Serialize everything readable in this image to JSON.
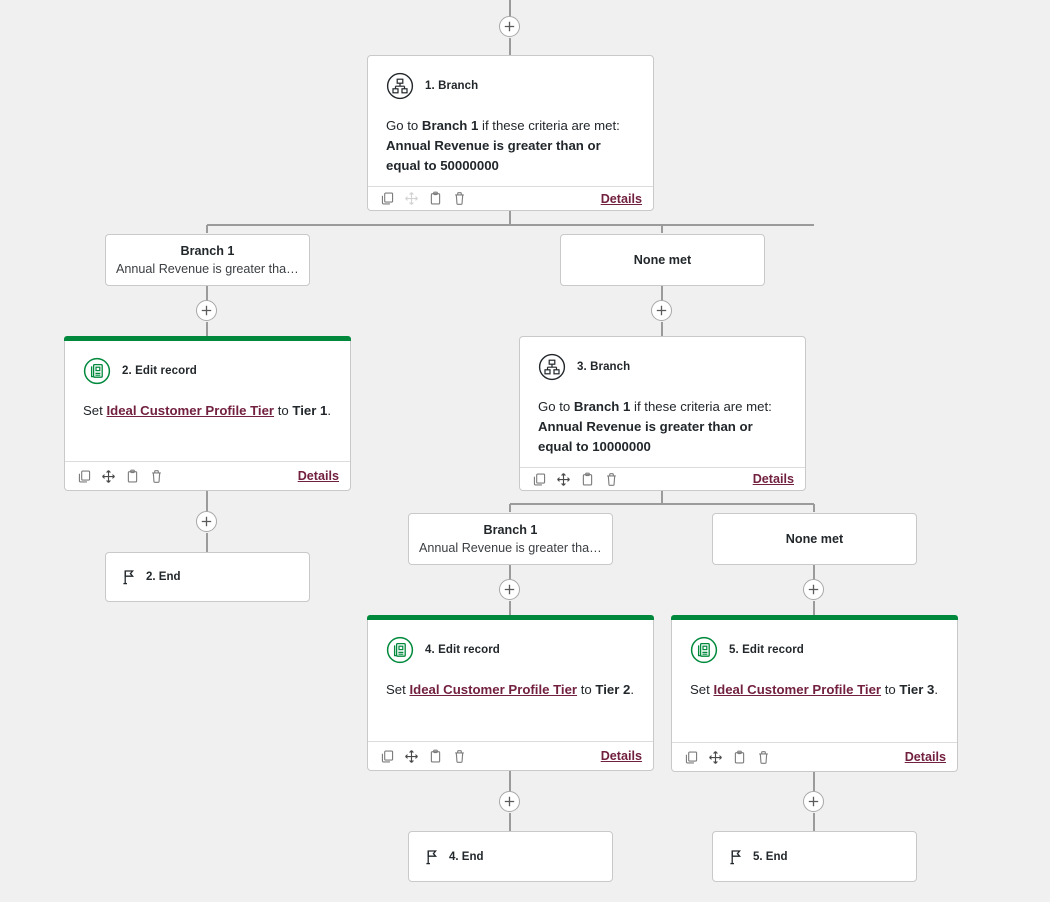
{
  "canvas": {
    "background": "#f0f0f0",
    "connector_color": "#9b9b9b",
    "accent_green": "#00893c",
    "link_color": "#72203f"
  },
  "labels": {
    "details": "Details",
    "plus_icon": "plus-icon",
    "branch_icon": "branch-hierarchy-icon",
    "edit_record_icon": "edit-record-icon",
    "end_flag_icon": "end-flag-icon",
    "copy_icon": "copy-icon",
    "move_icon": "move-icon",
    "paste_icon": "paste-icon",
    "delete_icon": "delete-icon"
  },
  "nodes": {
    "branch1": {
      "title": "1. Branch",
      "line1_prefix": "Go to ",
      "line1_strong": "Branch 1",
      "line1_suffix": " if these criteria are met:",
      "criteria": "Annual Revenue is greater than or equal to 50000000",
      "details": "Details"
    },
    "branch3": {
      "title": "3. Branch",
      "line1_prefix": "Go to ",
      "line1_strong": "Branch 1",
      "line1_suffix": " if these criteria are met:",
      "criteria": "Annual Revenue is greater than or equal to 10000000",
      "details": "Details"
    },
    "edit2": {
      "title": "2. Edit record",
      "set_prefix": "Set ",
      "field": "Ideal Customer Profile Tier",
      "to_word": " to ",
      "value": "Tier 1",
      "period": ".",
      "details": "Details"
    },
    "edit4": {
      "title": "4. Edit record",
      "set_prefix": "Set ",
      "field": "Ideal Customer Profile Tier",
      "to_word": " to ",
      "value": "Tier 2",
      "period": ".",
      "details": "Details"
    },
    "edit5": {
      "title": "5. Edit record",
      "set_prefix": "Set ",
      "field": "Ideal Customer Profile Tier",
      "to_word": " to ",
      "value": "Tier 3",
      "period": ".",
      "details": "Details"
    },
    "end2": {
      "title": "2. End"
    },
    "end4": {
      "title": "4. End"
    },
    "end5": {
      "title": "5. End"
    }
  },
  "branch_labels": {
    "b1_yes": {
      "title": "Branch 1",
      "subtitle": "Annual Revenue is greater than…"
    },
    "b1_none": {
      "title": "None met",
      "subtitle": ""
    },
    "b3_yes": {
      "title": "Branch 1",
      "subtitle": "Annual Revenue is greater than…"
    },
    "b3_none": {
      "title": "None met",
      "subtitle": ""
    }
  }
}
